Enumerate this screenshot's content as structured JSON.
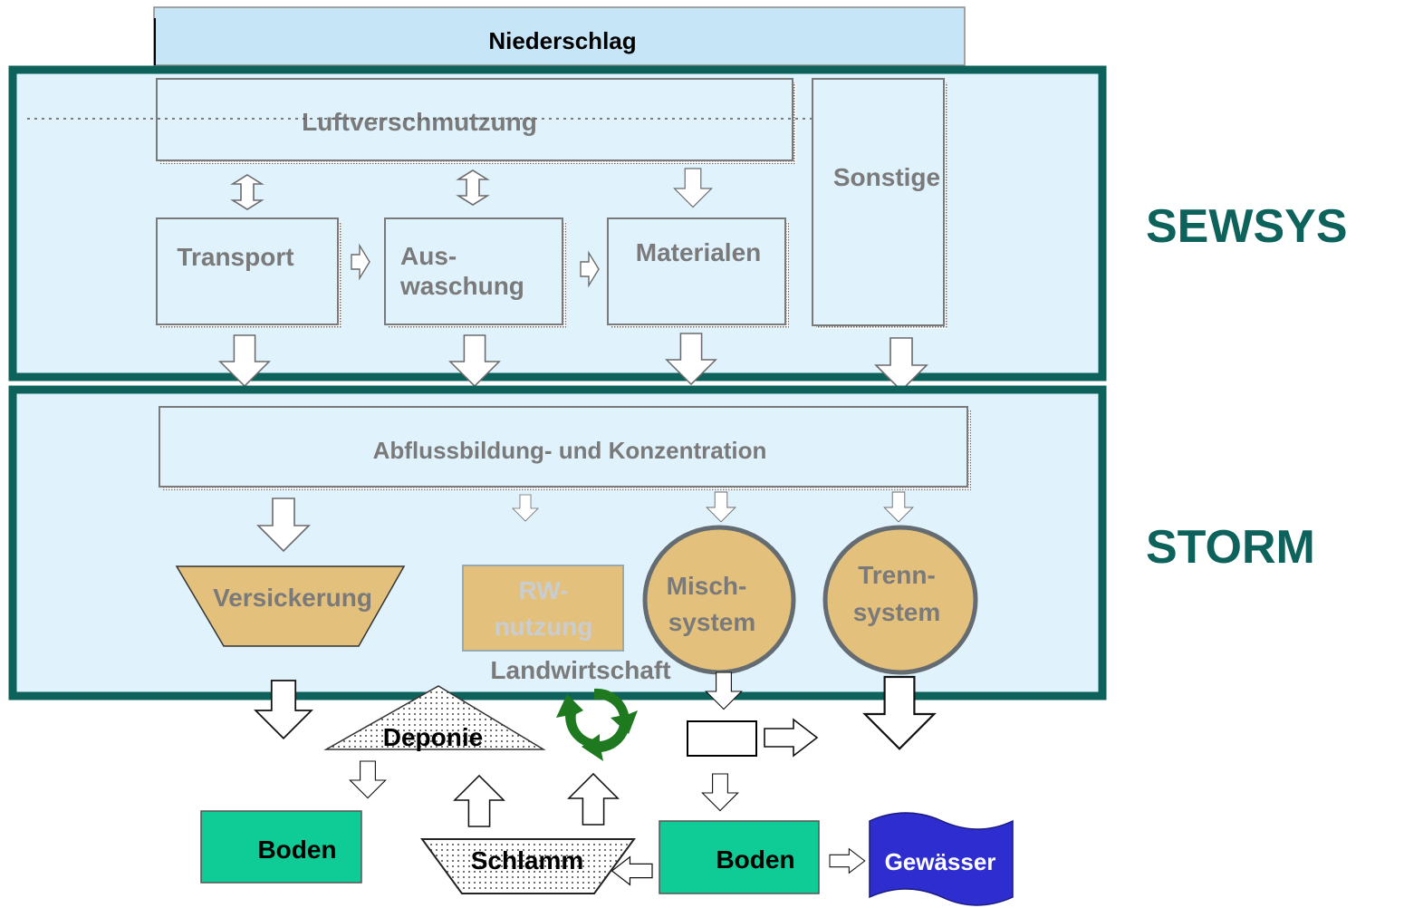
{
  "top_bar": {
    "label": "Niederschlag"
  },
  "sewsys": {
    "title": "SEWSYS",
    "air_pollution": "Luftverschmutzung",
    "transport": "Transport",
    "washout_line1": "Aus-",
    "washout_line2": "waschung",
    "materials": "Materialen",
    "other": "Sonstige"
  },
  "storm": {
    "title": "STORM",
    "runoff": "Abflussbildung- und Konzentration",
    "infiltration": "Versickerung",
    "rw_line1": "RW-",
    "rw_line2": "nutzung",
    "combined_line1": "Misch-",
    "combined_line2": "system",
    "separate_line1": "Trenn-",
    "separate_line2": "system"
  },
  "outputs": {
    "agriculture": "Landwirtschaft",
    "landfill": "Deponie",
    "soil_left": "Boden",
    "sludge": "Schlamm",
    "soil_right": "Boden",
    "water_body": "Gewässer"
  },
  "colors": {
    "frame": "#0e625c",
    "panel": "#e0f2fc",
    "bar": "#c6e6f8",
    "node_fill": "#e3c07c",
    "soil": "#0fcc97",
    "water": "#2e2ed0",
    "muted_text": "#7a7a7a"
  }
}
